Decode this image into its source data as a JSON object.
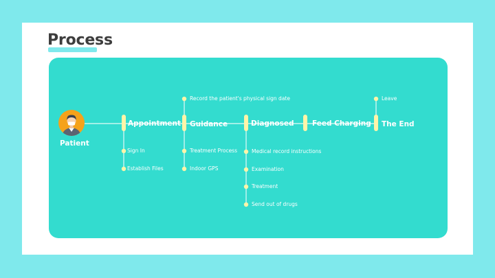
{
  "slide": {
    "title": "Process",
    "accent_color": "#7fe9ec",
    "panel_color": "#33dccf",
    "node_color": "#fff4a8"
  },
  "flow": {
    "start": {
      "label": "Patient",
      "icon": "patient-avatar-icon"
    },
    "stages": [
      {
        "label": "Appointment",
        "sub_items": [
          "Sign In",
          "Establish Files"
        ]
      },
      {
        "label": "Guidance",
        "above_items": [
          "Record the patient's physical sign date"
        ],
        "sub_items": [
          "Treatment Process",
          "Indoor GPS"
        ]
      },
      {
        "label": "Diagnosed",
        "sub_items": [
          "Medical record instructions",
          "Examination",
          "Treatment",
          "Send out of drugs"
        ]
      },
      {
        "label": "Feed Charging"
      },
      {
        "label": "The End",
        "above_items": [
          "Leave"
        ]
      }
    ]
  }
}
